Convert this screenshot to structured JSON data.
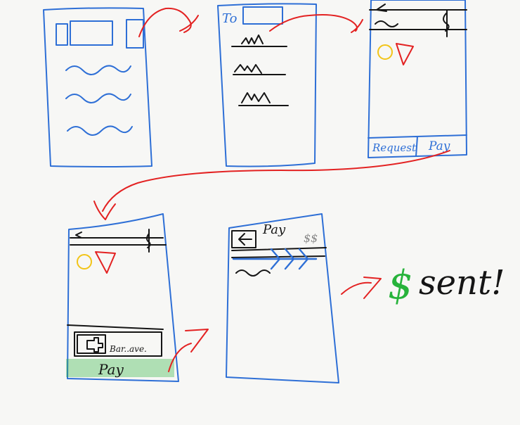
{
  "colors": {
    "paper": "#f7f7f5",
    "blue": "#2e6fd6",
    "red": "#e32222",
    "black": "#151515",
    "green": "#27b33b",
    "yellow": "#f2c417"
  },
  "screens": {
    "recipient": {
      "to_label": "To"
    },
    "chat": {
      "request_button": "Request",
      "pay_button": "Pay"
    },
    "chat_pay": {
      "pay_bar": "Pay",
      "card_text": "Bar..ave."
    },
    "pay_screen": {
      "title": "Pay",
      "amount": "$$"
    }
  },
  "result": {
    "symbol": "$",
    "text": "sent!"
  }
}
